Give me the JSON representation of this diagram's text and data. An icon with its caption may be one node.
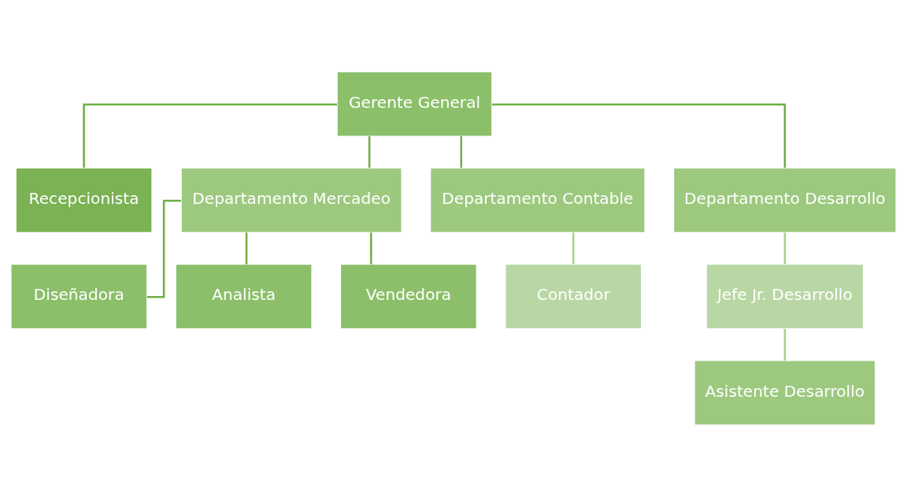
{
  "diagram": {
    "nodes": [
      {
        "text": [
          "Gerente General"
        ]
      },
      {
        "text": [
          "Recepcionista"
        ]
      },
      {
        "text": [
          "Departamento Mercadeo"
        ]
      },
      {
        "text": [
          "Departamento Contable"
        ]
      },
      {
        "text": [
          "Departamento Desarrollo"
        ]
      },
      {
        "text": [
          "Diseñadora"
        ]
      },
      {
        "text": [
          "Analista"
        ]
      },
      {
        "text": [
          "Vendedora"
        ]
      },
      {
        "text": [
          "Contador"
        ]
      },
      {
        "text": [
          "Jefe Jr. Desarrollo"
        ]
      },
      {
        "text": [
          "Asistente Desarrollo"
        ]
      }
    ],
    "edges": [
      {
        "from": 0,
        "to": 1,
        "arrow": "none"
      },
      {
        "from": 0,
        "to": 2,
        "arrow": "none"
      },
      {
        "from": 0,
        "to": 3,
        "arrow": "none"
      },
      {
        "from": 0,
        "to": 4,
        "arrow": "none"
      },
      {
        "from": 2,
        "to": 5,
        "arrow": "none"
      },
      {
        "from": 2,
        "to": 6,
        "arrow": "none"
      },
      {
        "from": 2,
        "to": 7,
        "arrow": "none"
      },
      {
        "from": 3,
        "to": 8,
        "arrow": "none",
        "color": "#a9d18e"
      },
      {
        "from": 4,
        "to": 9,
        "arrow": "none",
        "color": "#a9d18e"
      },
      {
        "from": 9,
        "to": 10,
        "arrow": "none",
        "color": "#a9d18e"
      }
    ]
  }
}
